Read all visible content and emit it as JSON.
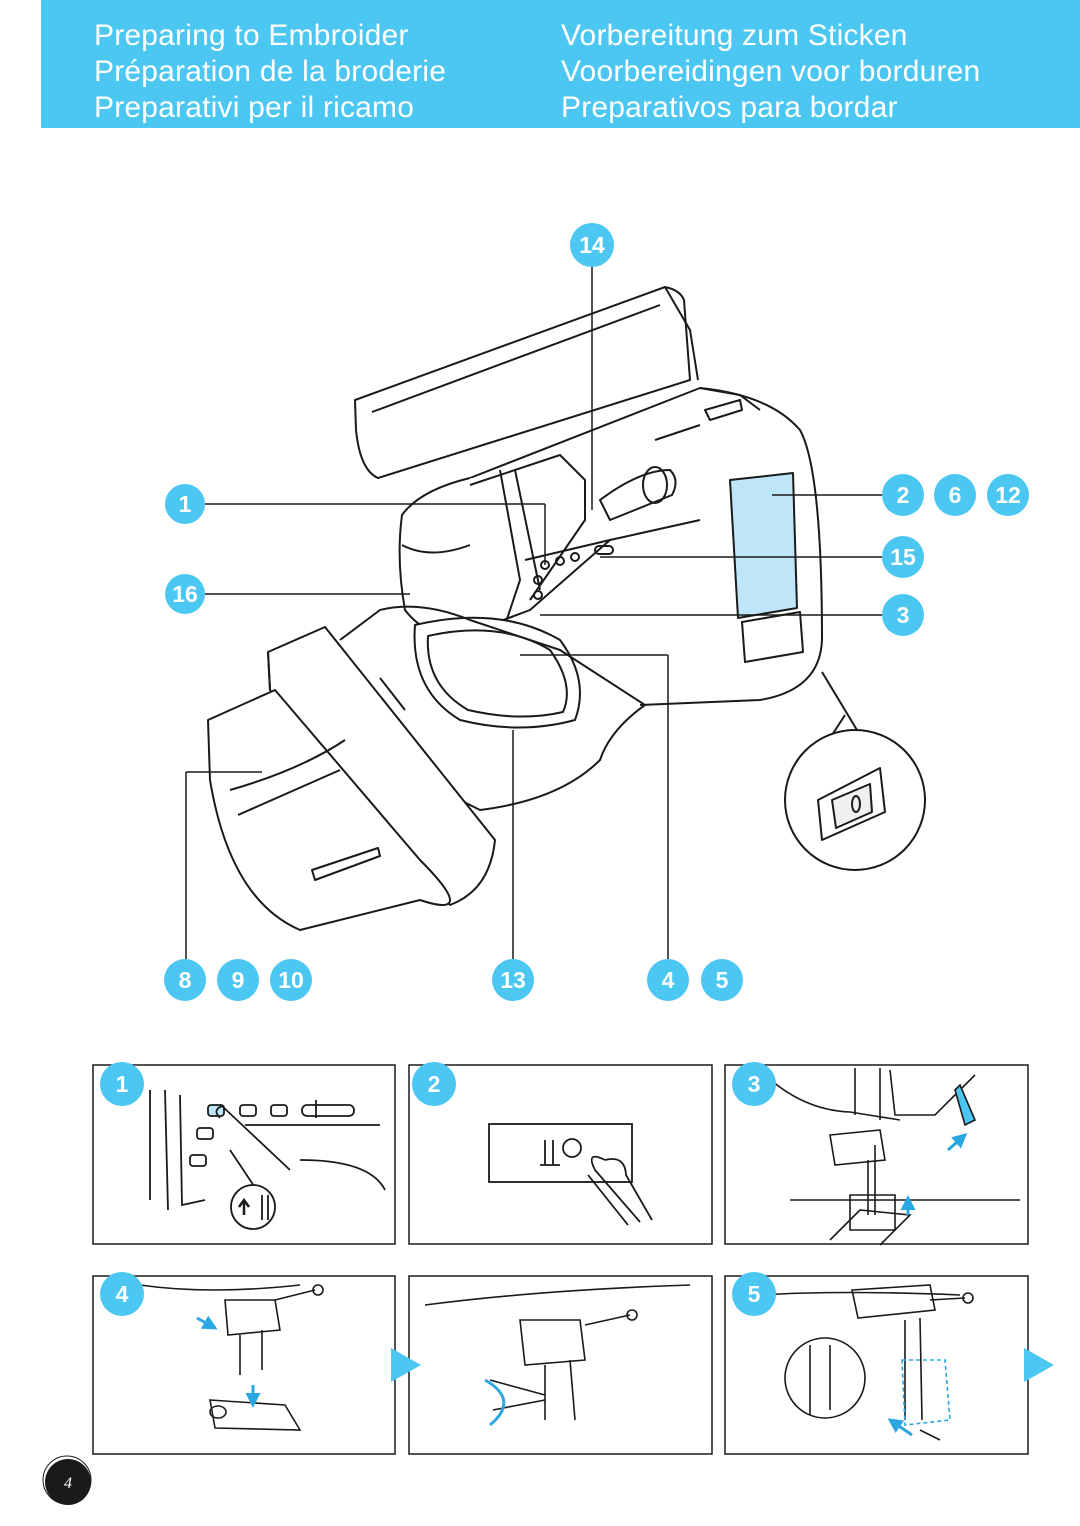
{
  "header": {
    "titles": [
      "Preparing to Embroider",
      "Vorbereitung zum Sticken",
      "Préparation de la broderie",
      "Voorbereidingen voor borduren",
      "Preparativi per il ricamo",
      "Preparativos para bordar"
    ],
    "background_color": "#4cc7f2"
  },
  "callouts": {
    "c1": "1",
    "c2": "2",
    "c3": "3",
    "c4": "4",
    "c5": "5",
    "c6": "6",
    "c8": "8",
    "c9": "9",
    "c10": "10",
    "c12": "12",
    "c13": "13",
    "c14": "14",
    "c15": "15",
    "c16": "16"
  },
  "steps": {
    "s1": "1",
    "s2": "2",
    "s3": "3",
    "s4": "4",
    "s5": "5"
  },
  "page_number": "4",
  "accent_color": "#4cc7f2"
}
